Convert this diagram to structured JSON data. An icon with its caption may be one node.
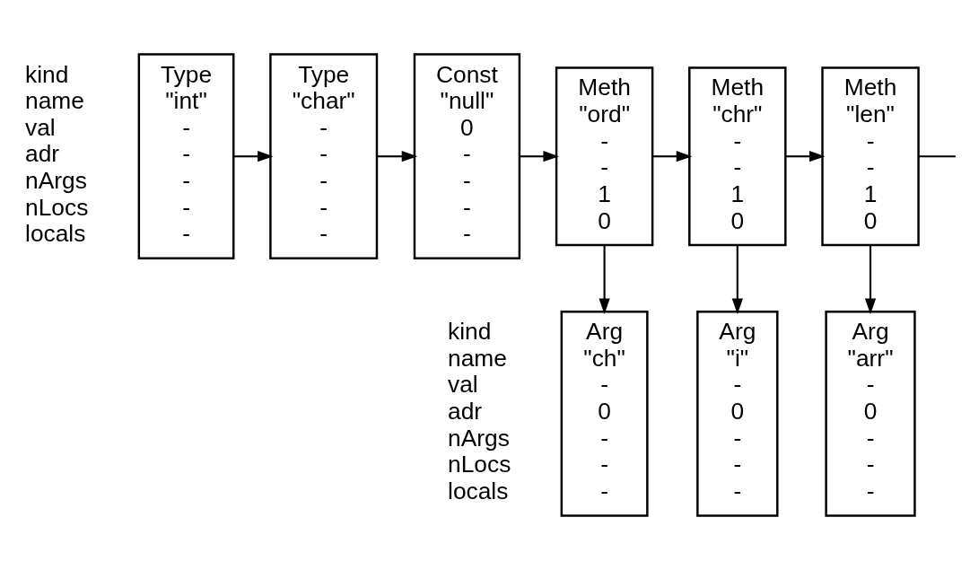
{
  "diagram": {
    "nodes": [
      {
        "text": [
          "Type",
          "\"int\"",
          "-",
          "-",
          "-",
          "-",
          "-"
        ]
      },
      {
        "text": [
          "Type",
          "\"char\"",
          "-",
          "-",
          "-",
          "-",
          "-"
        ]
      },
      {
        "text": [
          "Const",
          "\"null\"",
          "0",
          "-",
          "-",
          "-",
          "-"
        ]
      },
      {
        "text": [
          "Meth",
          "\"ord\"",
          "-",
          "-",
          "1",
          "0"
        ]
      },
      {
        "text": [
          "Meth",
          "\"chr\"",
          "-",
          "-",
          "1",
          "0"
        ]
      },
      {
        "text": [
          "Meth",
          "\"len\"",
          "-",
          "-",
          "1",
          "0"
        ]
      },
      {
        "text": [
          "Arg",
          "\"ch\"",
          "-",
          "0",
          "-",
          "-",
          "-"
        ]
      },
      {
        "text": [
          "Arg",
          "\"i\"",
          "-",
          "0",
          "-",
          "-",
          "-"
        ]
      },
      {
        "text": [
          "Arg",
          "\"arr\"",
          "-",
          "0",
          "-",
          "-",
          "-"
        ]
      }
    ],
    "edges": [
      {
        "from": 0,
        "to": 1,
        "arrow": "to"
      },
      {
        "from": 1,
        "to": 2,
        "arrow": "to"
      },
      {
        "from": 2,
        "to": 3,
        "arrow": "to"
      },
      {
        "from": 3,
        "to": 4,
        "arrow": "to"
      },
      {
        "from": 4,
        "to": 5,
        "arrow": "to"
      },
      {
        "from": 5,
        "to": null,
        "arrow": "none"
      },
      {
        "from": 3,
        "to": 6,
        "arrow": "to"
      },
      {
        "from": 4,
        "to": 7,
        "arrow": "to"
      },
      {
        "from": 5,
        "to": 8,
        "arrow": "to"
      }
    ],
    "labels": [
      "kind",
      "name",
      "val",
      "adr",
      "nArgs",
      "nLocs",
      "locals",
      "kind",
      "name",
      "val",
      "adr",
      "nArgs",
      "nLocs",
      "locals"
    ]
  }
}
